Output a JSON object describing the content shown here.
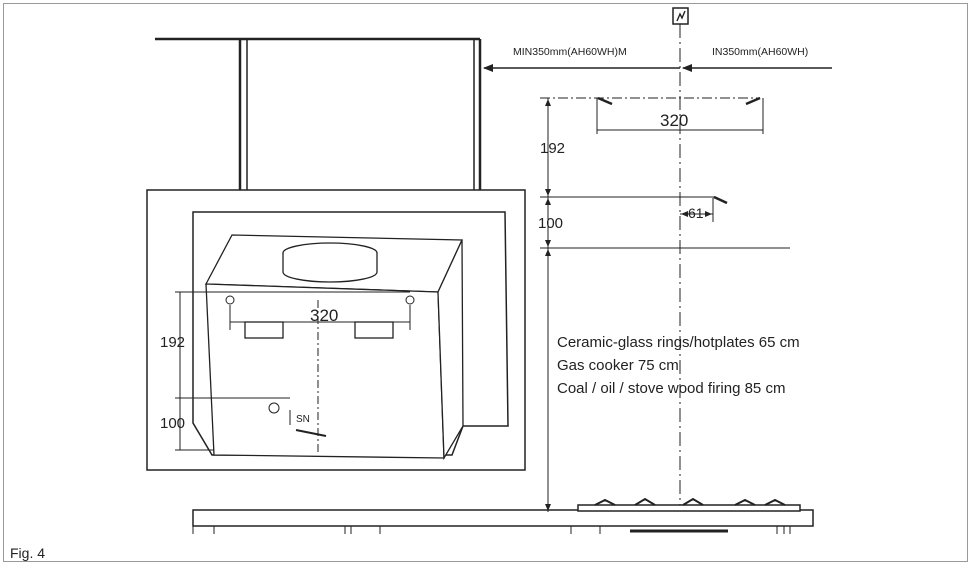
{
  "figure": {
    "caption": "Fig. 4",
    "power_symbol": "socket-icon"
  },
  "labels": {
    "min_left": "MIN350mm(AH60WH)M",
    "min_right": "IN350mm(AH60WH)",
    "wall_width": "320",
    "wall_height_upper": "192",
    "wall_height_lower": "100",
    "wall_offset": "61",
    "inset_width": "320",
    "inset_height_upper": "192",
    "inset_height_lower": "100",
    "inset_sn": "SN"
  },
  "notes": [
    "Ceramic-glass rings/hotplates 65 cm",
    "Gas cooker 75 cm",
    "Coal / oil / stove wood firing 85 cm"
  ],
  "colors": {
    "line": "#222222",
    "frame": "#9a9a9a"
  }
}
